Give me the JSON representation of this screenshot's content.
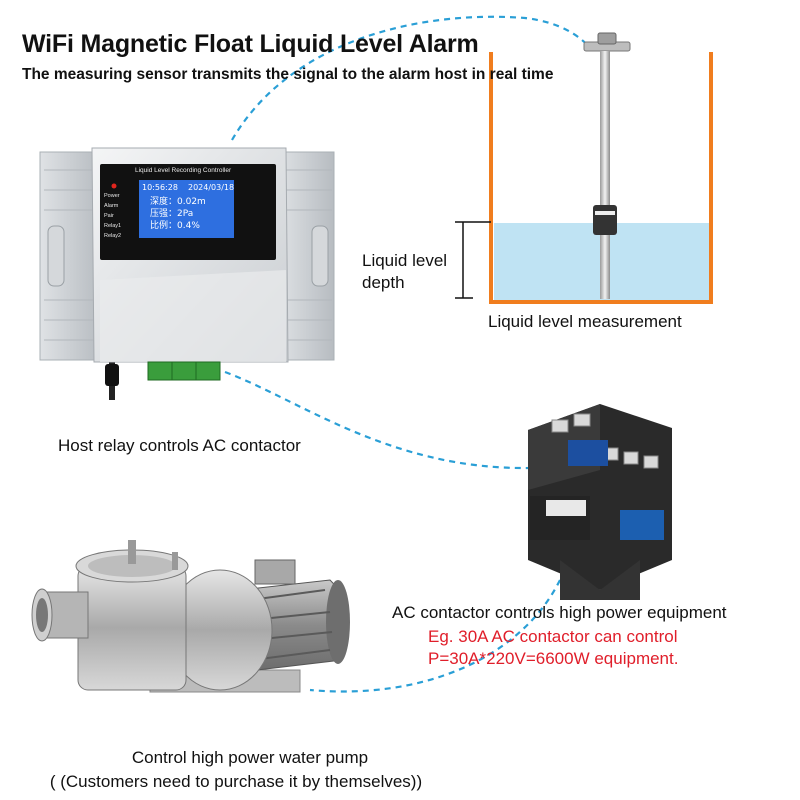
{
  "title": "WiFi Magnetic Float Liquid Level Alarm",
  "subtitle": "The measuring sensor transmits the signal to the alarm host in real time",
  "controller": {
    "panel_title": "Liquid Level Recording Controller",
    "indicators": [
      "Power",
      "Alarm",
      "Pair",
      "Relay1",
      "Relay2"
    ],
    "display": {
      "time": "10:56:28",
      "date": "2024/03/18",
      "rows": [
        {
          "label": "深度：",
          "value": "0.02m"
        },
        {
          "label": "压强：",
          "value": "2Pa"
        },
        {
          "label": "比例：",
          "value": "0.4%"
        }
      ]
    }
  },
  "tank": {
    "depth_label_line1": "Liquid level",
    "depth_label_line2": "depth",
    "caption": "Liquid level measurement"
  },
  "host_caption": "Host relay controls AC contactor",
  "contactor": {
    "caption": "AC contactor controls high power equipment",
    "example_line1": "Eg. 30A AC contactor can control",
    "example_line2": "P=30A*220V=6600W equipment."
  },
  "pump": {
    "caption_line1": "Control high power water pump",
    "caption_line2": "( (Customers need to purchase it by themselves))"
  },
  "colors": {
    "tank_orange": "#f07d1e",
    "water_blue": "#bfe3f3",
    "dash_blue": "#2a9fd6",
    "accent_red": "#e01e2a",
    "lcd_blue": "#2e6fe0"
  }
}
